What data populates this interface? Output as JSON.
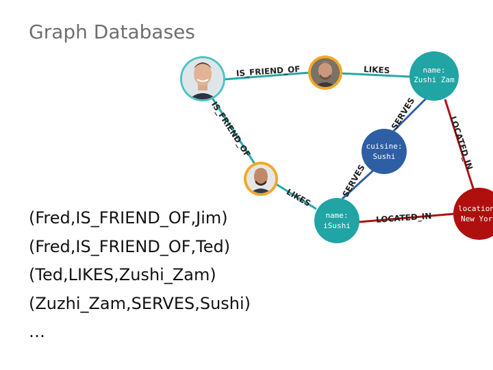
{
  "title": "Graph Databases",
  "triples": [
    "(Fred,IS_FRIEND_OF,Jim)",
    "(Fred,IS_FRIEND_OF,Ted)",
    "(Ted,LIKES,Zushi_Zam)",
    "(Zuzhi_Zam,SERVES,Sushi)",
    "…"
  ],
  "graph": {
    "nodes": {
      "zushi_zam": {
        "line1": "name:",
        "line2": "Zushi Zam",
        "color": "#20a4a4"
      },
      "cuisine": {
        "line1": "cuisine:",
        "line2": "Sushi",
        "color": "#2e5ea4"
      },
      "isushi": {
        "line1": "name:",
        "line2": "iSushi",
        "color": "#20a4a4"
      },
      "location": {
        "line1": "location",
        "line2": "New York",
        "color": "#b00f0f"
      }
    },
    "edges": {
      "fred_ted": "IS_FRIEND_OF",
      "fred_jim": "IS_FRIEND_OF",
      "ted_likes": "LIKES",
      "jim_likes": "LIKES",
      "zushi_serves": "SERVES",
      "isushi_serves": "SERVES",
      "zushi_located": "LOCATED_IN",
      "isushi_located": "LOCATED_IN"
    },
    "colors": {
      "person_edge": "#2aa6a6",
      "serves_edge": "#2e5ea4",
      "located_edge": "#b00f0f",
      "person_ring_teal": "#4cc3c3",
      "person_ring_orange": "#f0a92a"
    }
  }
}
